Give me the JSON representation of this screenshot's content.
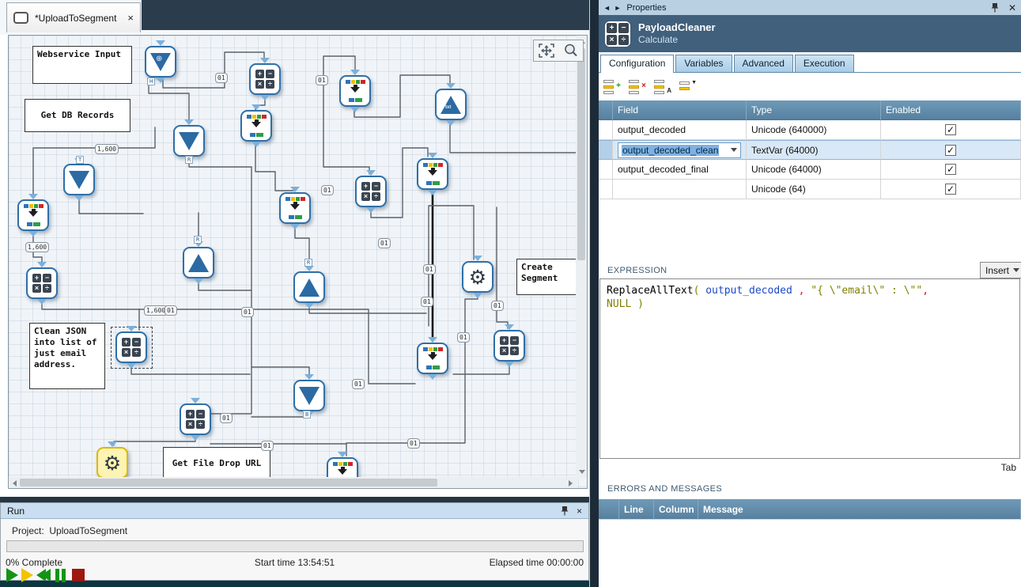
{
  "tab_bar": {
    "title": "*UploadToSegment",
    "close_glyph": "×"
  },
  "canvas": {
    "notes": [
      "Webservice Input",
      "Get DB Records",
      "Create Segment",
      "Clean JSON\ninto list of\njust email\naddress.",
      "Get File Drop URL"
    ],
    "chips": [
      "01",
      "01",
      "1,600",
      "1,600",
      "01",
      "01",
      "01",
      "1,600",
      "01",
      "01",
      "01",
      "01",
      "01",
      "01",
      "01",
      "01",
      "01"
    ],
    "ports": [
      "H",
      "T",
      "R",
      "R",
      "R",
      "B"
    ],
    "node_label_txt": "txt",
    "glyphs": {
      "plus": "+",
      "minus": "−",
      "times": "×",
      "divide": "÷",
      "gear": "⚙",
      "globe": "⊕"
    }
  },
  "properties": {
    "nav_back": "◄",
    "nav_fwd": "►",
    "caption": "Properties",
    "node_title": "PayloadCleaner",
    "node_type": "Calculate",
    "tabs": [
      "Configuration",
      "Variables",
      "Advanced",
      "Execution"
    ],
    "toolbar_glyphs": {
      "add": "+",
      "remove": "×",
      "letter": "A",
      "menu": "▼"
    },
    "grid": {
      "headers": [
        "Field",
        "Type",
        "Enabled"
      ],
      "rows": [
        {
          "field": "output_decoded",
          "type": "Unicode (640000)",
          "check": "✓"
        },
        {
          "field": "output_decoded_clean",
          "type": "TextVar (64000)",
          "check": "✓"
        },
        {
          "field": "output_decoded_final",
          "type": "Unicode (64000)",
          "check": "✓"
        },
        {
          "field": "",
          "type": "Unicode (64)",
          "check": "✓"
        }
      ]
    },
    "expression": {
      "label": "EXPRESSION",
      "insert": "Insert",
      "tokens": {
        "fn": "ReplaceAllText",
        "open": "( ",
        "var": "output_decoded",
        "comma1": " , ",
        "str": "\"{  \\\"email\\\" : \\\"\"",
        "comma2": ",",
        "null": "NULL",
        "close": " )"
      }
    },
    "tab_hint": "Tab",
    "errors": {
      "label": "ERRORS AND MESSAGES",
      "headers": [
        "Line",
        "Column",
        "Message"
      ]
    }
  },
  "run": {
    "caption": "Run",
    "project_label": "Project:",
    "project_name": "UploadToSegment",
    "percent": "0% Complete",
    "start": "Start time 13:54:51",
    "elapsed": "Elapsed time 00:00:00",
    "close_glyph": "×"
  }
}
